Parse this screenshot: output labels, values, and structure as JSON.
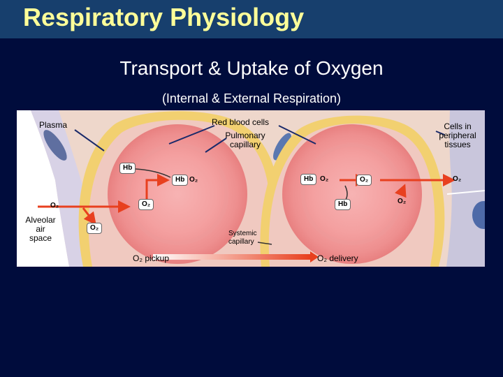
{
  "header": {
    "title": "Respiratory Physiology"
  },
  "slide": {
    "subtitle": "Transport & Uptake of Oxygen",
    "parenthetical": "(Internal & External Respiration)"
  },
  "diagram": {
    "labels": {
      "plasma": "Plasma",
      "red_blood_cells": "Red blood cells",
      "pulmonary_line1": "Pulmonary",
      "pulmonary_line2": "capillary",
      "cells_line1": "Cells in",
      "cells_line2": "peripheral",
      "cells_line3": "tissues",
      "alveolar_line1": "Alveolar",
      "alveolar_line2": "air",
      "alveolar_line3": "space",
      "systemic_line1": "Systemic",
      "systemic_line2": "capillary",
      "o2_pickup": "O₂ pickup",
      "o2_delivery": "O₂ delivery"
    },
    "molecules": {
      "hb": "Hb",
      "o2": "O₂",
      "hbo2_left": "Hb",
      "hbo2_right": "Hb"
    },
    "colors": {
      "tissue_bg": "#eed6c8",
      "capillary_wall": "#f3d26e",
      "rbc": "#f4a3a3",
      "arrow": "#e8401f",
      "alveolar": "#ffffff",
      "cell": "#c8c6de",
      "nucleus": "#5a7ab8"
    }
  }
}
